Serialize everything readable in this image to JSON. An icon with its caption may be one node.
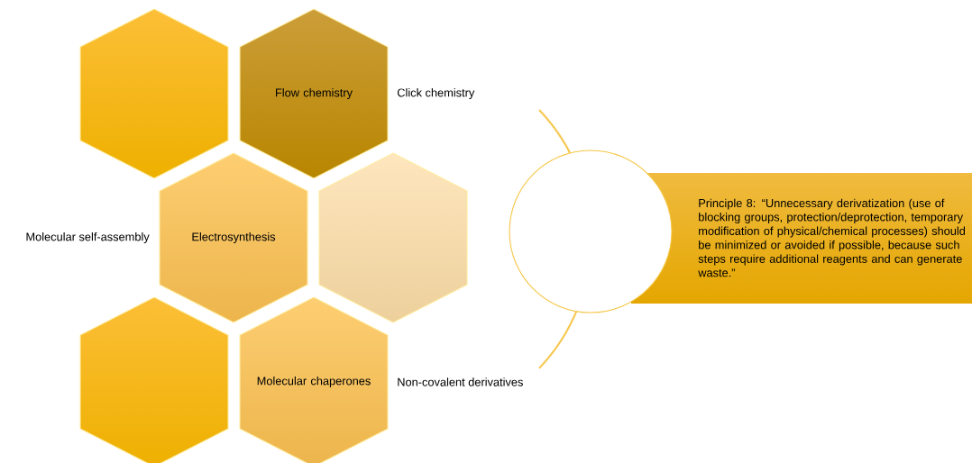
{
  "diagram": {
    "nodes": [
      {
        "text": [],
        "shape": "hexagon"
      },
      {
        "text": [
          "Flow chemistry"
        ]
      },
      {
        "text": [
          "Electrosynthesis"
        ]
      },
      {
        "text": [],
        "shape": "hexagon"
      },
      {
        "text": [],
        "shape": "hexagon"
      },
      {
        "text": [
          "Molecular chaperones"
        ]
      },
      {
        "text": [],
        "shape": "circle"
      },
      {
        "text": [
          "Principle 8: “Unnecessary derivatization (use of blocking groups, protection/deprotection, temporary modification of physical/chemical processes) should be minimized or avoided if possible, because such steps require additional reagents and can generate waste.”"
        ]
      }
    ],
    "labels": [
      "Click chemistry",
      "Molecular self-assembly",
      "Non-covalent derivatives"
    ]
  }
}
